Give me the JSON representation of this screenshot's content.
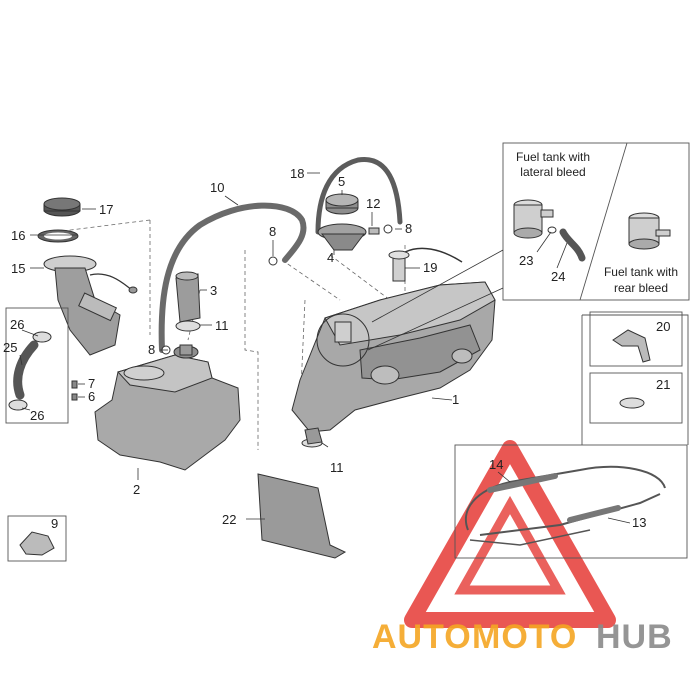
{
  "diagram": {
    "callouts": [
      "1",
      "2",
      "3",
      "4",
      "5",
      "6",
      "7",
      "8",
      "9",
      "10",
      "11",
      "12",
      "13",
      "14",
      "15",
      "16",
      "17",
      "18",
      "19",
      "20",
      "21",
      "22",
      "23",
      "24",
      "25",
      "26"
    ],
    "inset": {
      "lateral_line1": "Fuel tank with",
      "lateral_line2": "lateral bleed",
      "rear_line1": "Fuel tank with",
      "rear_line2": "rear bleed"
    }
  },
  "watermark": {
    "auto": "AUTO",
    "moto": "MOTO",
    "hub": "HUB",
    "colors": {
      "triangle": "#e53935",
      "orange": "#f5a623",
      "gray": "#8a8a8a"
    }
  }
}
